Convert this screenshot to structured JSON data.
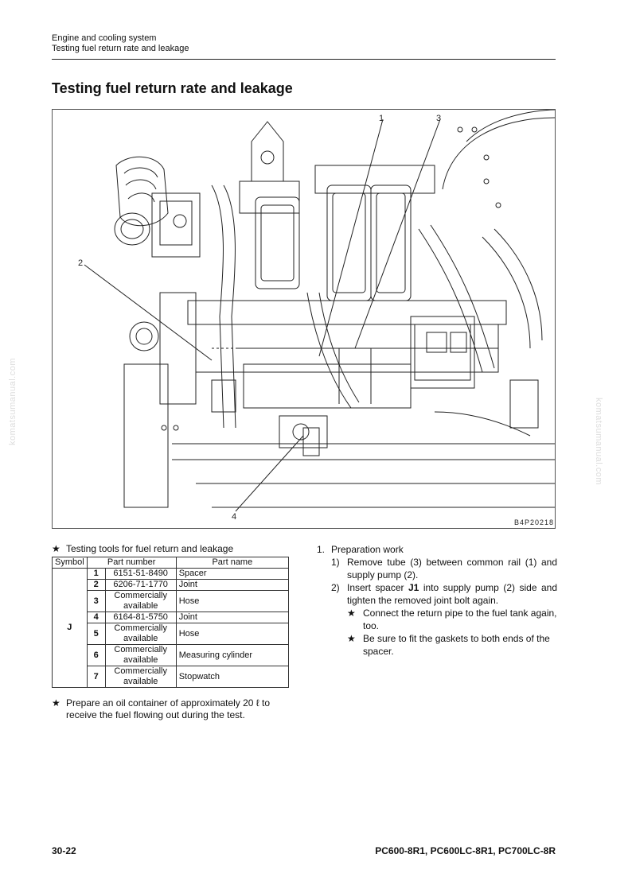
{
  "header": {
    "line1": "Engine and cooling system",
    "line2": "Testing fuel return rate and leakage"
  },
  "title": "Testing fuel return rate and leakage",
  "figure": {
    "callouts": [
      "1",
      "2",
      "3",
      "4"
    ],
    "code": "B4P20218"
  },
  "watermark": "komatsumanual.com",
  "tools": {
    "star": "★",
    "heading": "Testing tools for fuel return and leakage",
    "columns": [
      "Symbol",
      "Part number",
      "Part name"
    ],
    "symbol": "J",
    "rows": [
      {
        "no": "1",
        "part_number": "6151-51-8490",
        "part_name": "Spacer"
      },
      {
        "no": "2",
        "part_number": "6206-71-1770",
        "part_name": "Joint"
      },
      {
        "no": "3",
        "part_number": "Commercially available",
        "part_name": "Hose"
      },
      {
        "no": "4",
        "part_number": "6164-81-5750",
        "part_name": "Joint"
      },
      {
        "no": "5",
        "part_number": "Commercially available",
        "part_name": "Hose"
      },
      {
        "no": "6",
        "part_number": "Commercially available",
        "part_name": "Measuring cylinder"
      },
      {
        "no": "7",
        "part_number": "Commercially available",
        "part_name": "Stopwatch"
      }
    ],
    "note": "Prepare an oil container of approximately 20 ℓ to receive the fuel flowing out during the test."
  },
  "procedure": {
    "step1_num": "1.",
    "step1_title": "Preparation work",
    "sub1_num": "1)",
    "sub1_text": "Remove tube (3) between common rail (1) and supply pump (2).",
    "sub2_num": "2)",
    "sub2_pre": "Insert spacer ",
    "sub2_bold": "J1",
    "sub2_post": " into supply pump (2) side and tighten the removed joint bolt again.",
    "star1": "Connect the return pipe to the fuel tank again, too.",
    "star2": "Be sure to fit the gaskets to both ends of the spacer."
  },
  "footer": {
    "page": "30-22",
    "models": "PC600-8R1, PC600LC-8R1, PC700LC-8R"
  }
}
